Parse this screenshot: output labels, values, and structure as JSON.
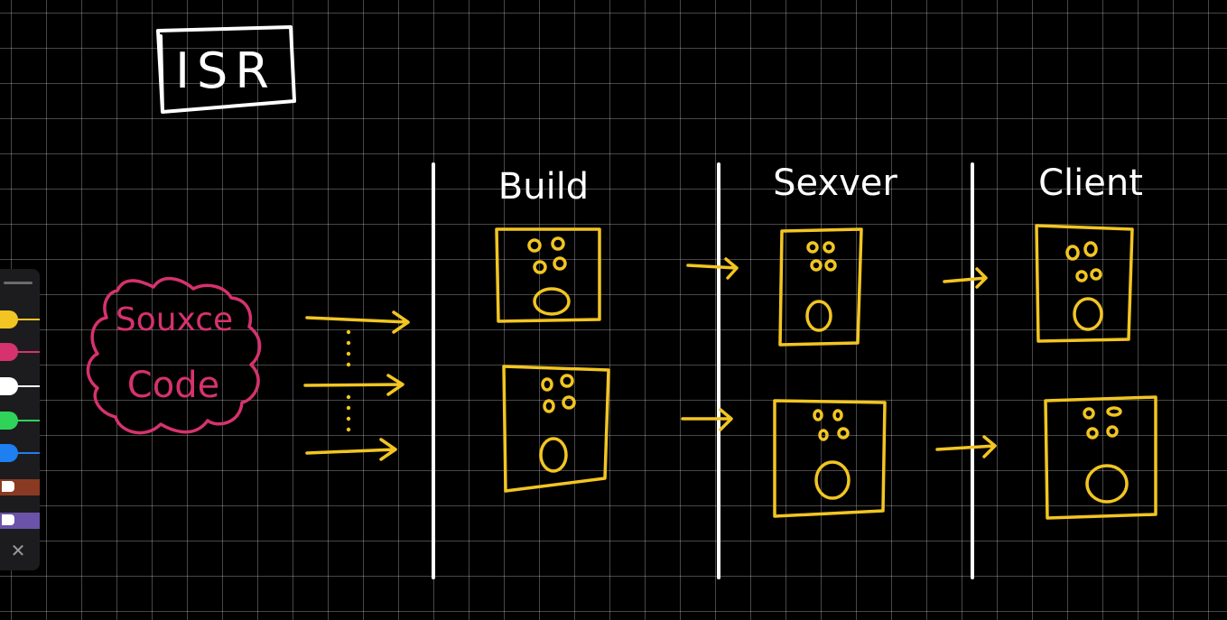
{
  "title": "ISR",
  "columns": {
    "build": "Build",
    "server": "Sexver",
    "client": "Client"
  },
  "source_label": [
    "Souxce",
    "Code"
  ],
  "colors": {
    "background": "#000000",
    "grid": "#ffffff",
    "ink_white": "#ffffff",
    "ink_yellow": "#f2c522",
    "ink_magenta": "#d6326e"
  },
  "toolbar": {
    "pens": [
      {
        "name": "yellow-pen-icon",
        "color": "#f2c522"
      },
      {
        "name": "magenta-pen-icon",
        "color": "#d6326e"
      },
      {
        "name": "white-pen-icon",
        "color": "#ffffff"
      },
      {
        "name": "green-pen-icon",
        "color": "#2fd35a"
      },
      {
        "name": "blue-pen-icon",
        "color": "#1e7ff0"
      },
      {
        "name": "brown-marker-icon",
        "color": "#8a3a22"
      },
      {
        "name": "purple-marker-icon",
        "color": "#6a53a8"
      }
    ],
    "close_icon": "close-icon"
  }
}
